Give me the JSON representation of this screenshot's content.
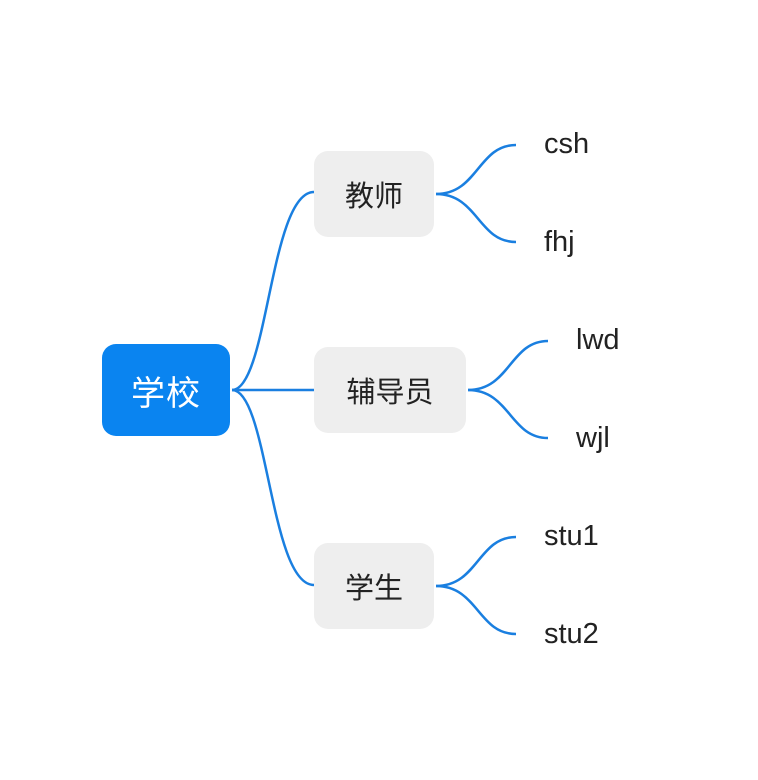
{
  "diagram": {
    "root": {
      "label": "学校"
    },
    "branches": [
      {
        "label": "教师",
        "children": [
          "csh",
          "fhj"
        ]
      },
      {
        "label": "辅导员",
        "children": [
          "lwd",
          "wjl"
        ]
      },
      {
        "label": "学生",
        "children": [
          "stu1",
          "stu2"
        ]
      }
    ],
    "colors": {
      "root_fill": "#0a84f0",
      "root_text": "#ffffff",
      "branch_fill": "#eeeeee",
      "text": "#222222",
      "connector": "#1a7fe0"
    }
  }
}
